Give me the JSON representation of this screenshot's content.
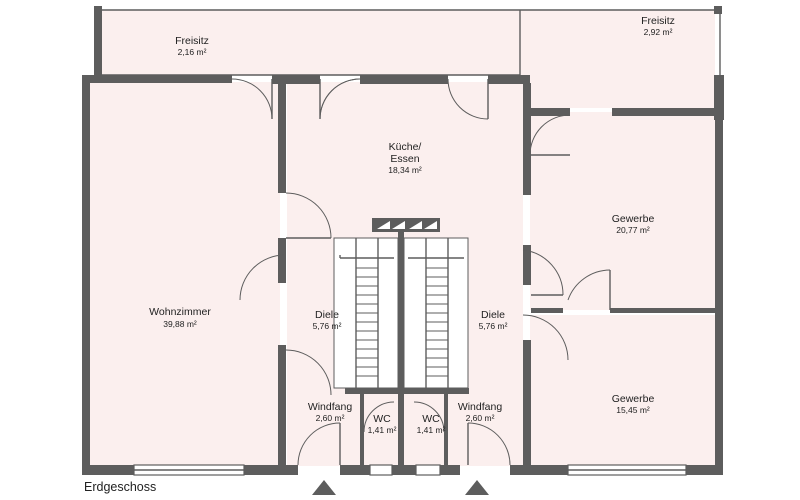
{
  "floor_label": "Erdgeschoss",
  "rooms": {
    "freisitz_left": {
      "name": "Freisitz",
      "area": "2,16 m²"
    },
    "freisitz_right": {
      "name": "Freisitz",
      "area": "2,92 m²"
    },
    "kueche": {
      "name": "Küche/",
      "name2": "Essen",
      "area": "18,34 m²"
    },
    "gewerbe_top": {
      "name": "Gewerbe",
      "area": "20,77 m²"
    },
    "wohnzimmer": {
      "name": "Wohnzimmer",
      "area": "39,88 m²"
    },
    "diele_left": {
      "name": "Diele",
      "area": "5,76 m²"
    },
    "diele_right": {
      "name": "Diele",
      "area": "5,76 m²"
    },
    "gewerbe_bottom": {
      "name": "Gewerbe",
      "area": "15,45 m²"
    },
    "windfang_left": {
      "name": "Windfang",
      "area": "2,60 m²"
    },
    "wc_left": {
      "name": "WC",
      "area": "1,41 m²"
    },
    "wc_right": {
      "name": "WC",
      "area": "1,41 m²"
    },
    "windfang_right": {
      "name": "Windfang",
      "area": "2,60 m²"
    }
  },
  "colors": {
    "room_fill": "#fbefee",
    "wall": "#5d5d5d"
  }
}
